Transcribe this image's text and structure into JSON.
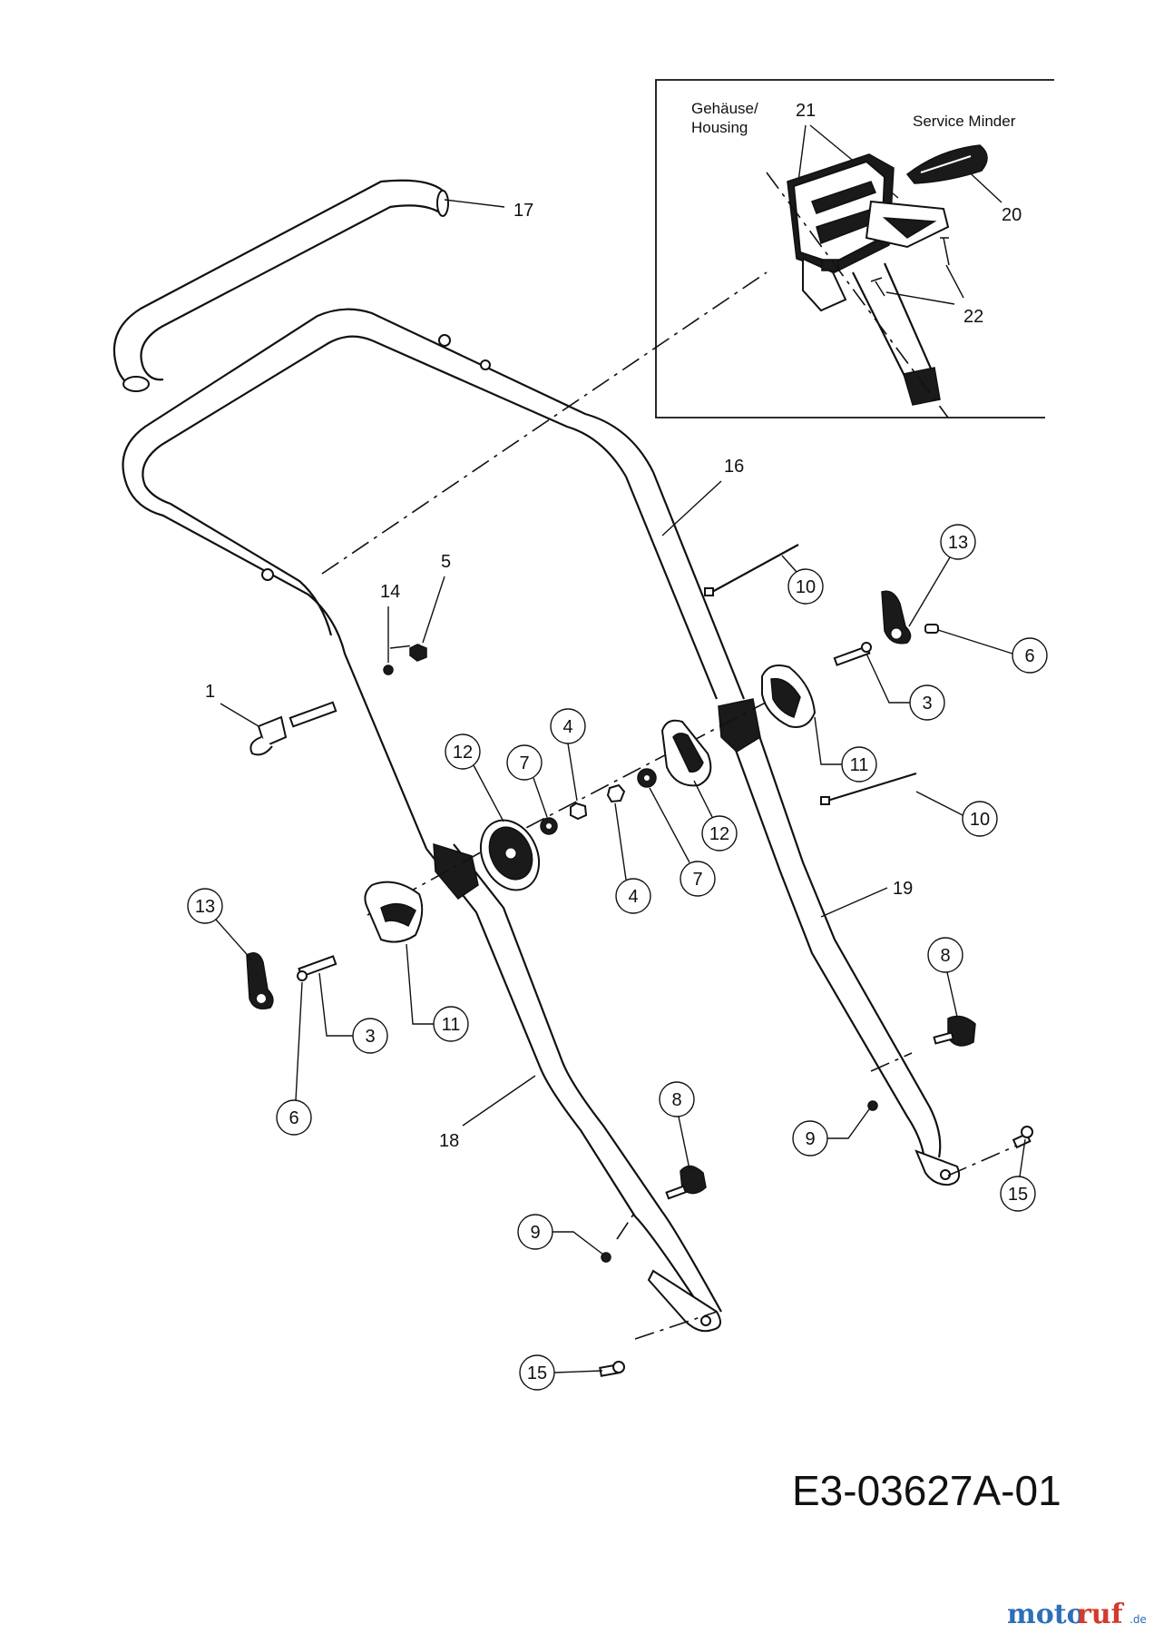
{
  "inset": {
    "housing_label_line1": "Gehäuse/",
    "housing_label_line2": "Housing",
    "service_minder_label": "Service Minder",
    "part_20": "20",
    "part_21": "21",
    "part_22": "22"
  },
  "labels": {
    "p1": "1",
    "p3a": "3",
    "p3b": "3",
    "p4a": "4",
    "p4b": "4",
    "p5": "5",
    "p6a": "6",
    "p6b": "6",
    "p7a": "7",
    "p7b": "7",
    "p8a": "8",
    "p8b": "8",
    "p9a": "9",
    "p9b": "9",
    "p10a": "10",
    "p10b": "10",
    "p11a": "11",
    "p11b": "11",
    "p12a": "12",
    "p12b": "12",
    "p13a": "13",
    "p13b": "13",
    "p14": "14",
    "p15a": "15",
    "p15b": "15",
    "p16": "16",
    "p17": "17",
    "p18": "18",
    "p19": "19"
  },
  "drawing_number": "E3-03627A-01",
  "watermark": {
    "part1": "moto",
    "part2": "ruf",
    "suffix": ".de"
  },
  "colors": {
    "line": "#111111",
    "watermark_blue": "#2d6fb8",
    "watermark_red": "#d33a2c"
  }
}
